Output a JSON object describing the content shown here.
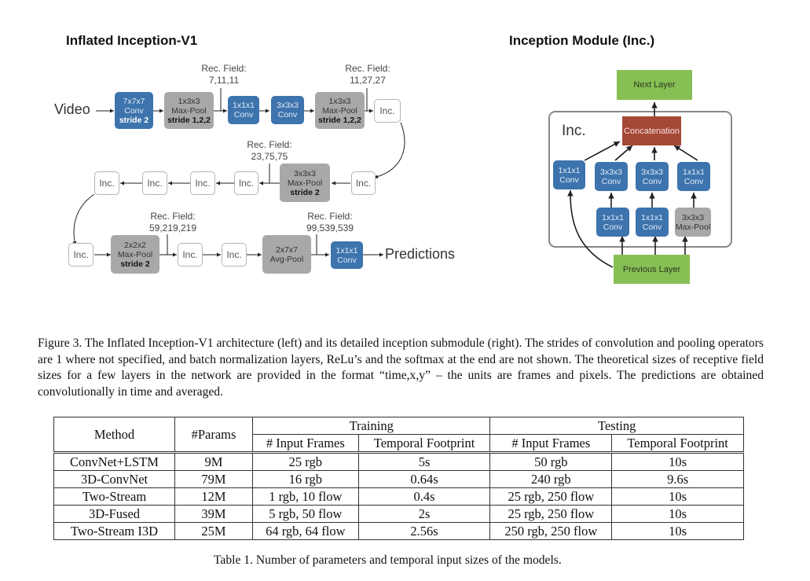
{
  "left_diagram": {
    "title": "Inflated Inception-V1",
    "input_label": "Video",
    "output_label": "Predictions",
    "row1": [
      {
        "type": "conv",
        "line1": "7x7x7",
        "line2": "Conv",
        "line3": "stride 2"
      },
      {
        "type": "pool",
        "line1": "1x3x3",
        "line2": "Max-Pool",
        "line3": "stride 1,2,2"
      },
      {
        "type": "conv",
        "line1": "1x1x1",
        "line2": "Conv"
      },
      {
        "type": "conv",
        "line1": "3x3x3",
        "line2": "Conv"
      },
      {
        "type": "pool",
        "line1": "1x3x3",
        "line2": "Max-Pool",
        "line3": "stride 1,2,2"
      },
      {
        "type": "inc",
        "line1": "Inc."
      }
    ],
    "row2": [
      {
        "type": "inc",
        "line1": "Inc."
      },
      {
        "type": "pool",
        "line1": "3x3x3",
        "line2": "Max-Pool",
        "line3": "stride 2"
      },
      {
        "type": "inc",
        "line1": "Inc."
      },
      {
        "type": "inc",
        "line1": "Inc."
      },
      {
        "type": "inc",
        "line1": "Inc."
      },
      {
        "type": "inc",
        "line1": "Inc."
      }
    ],
    "row3": [
      {
        "type": "inc",
        "line1": "Inc."
      },
      {
        "type": "pool",
        "line1": "2x2x2",
        "line2": "Max-Pool",
        "line3": "stride 2"
      },
      {
        "type": "inc",
        "line1": "Inc."
      },
      {
        "type": "inc",
        "line1": "Inc."
      },
      {
        "type": "pool",
        "line1": "2x7x7",
        "line2": "Avg-Pool"
      },
      {
        "type": "conv",
        "line1": "1x1x1",
        "line2": "Conv"
      }
    ],
    "receptive_fields": [
      {
        "label": "Rec. Field:",
        "value": "7,11,11"
      },
      {
        "label": "Rec. Field:",
        "value": "11,27,27"
      },
      {
        "label": "Rec. Field:",
        "value": "23,75,75"
      },
      {
        "label": "Rec. Field:",
        "value": "59,219,219"
      },
      {
        "label": "Rec. Field:",
        "value": "99,539,539"
      }
    ]
  },
  "right_diagram": {
    "title": "Inception Module (Inc.)",
    "module_label": "Inc.",
    "next_layer": "Next Layer",
    "previous_layer": "Previous Layer",
    "concat": "Concatenation",
    "top_row": [
      {
        "line1": "1x1x1",
        "line2": "Conv"
      },
      {
        "line1": "3x3x3",
        "line2": "Conv"
      },
      {
        "line1": "3x3x3",
        "line2": "Conv"
      },
      {
        "line1": "1x1x1",
        "line2": "Conv"
      }
    ],
    "bottom_row": [
      {
        "type": "conv",
        "line1": "1x1x1",
        "line2": "Conv"
      },
      {
        "type": "conv",
        "line1": "1x1x1",
        "line2": "Conv"
      },
      {
        "type": "pool",
        "line1": "3x3x3",
        "line2": "Max-Pool"
      }
    ],
    "colors": {
      "conv": "#3e74ad",
      "pool": "#a8a8a8",
      "layer": "#86bf54",
      "concat": "#a64837"
    }
  },
  "figure_caption": "Figure 3. The Inflated Inception-V1 architecture (left) and its detailed inception submodule (right). The strides of convolution and pooling operators are 1 where not specified, and batch normalization layers, ReLu’s and the softmax at the end are not shown. The theoretical sizes of receptive field sizes for a few layers in the network are provided in the format “time,x,y” – the units are frames and pixels. The predictions are obtained convolutionally in time and averaged.",
  "table": {
    "headers": {
      "method": "Method",
      "params": "#Params",
      "training": "Training",
      "testing": "Testing",
      "input_frames": "# Input Frames",
      "temporal_footprint": "Temporal Footprint"
    },
    "rows": [
      {
        "method": "ConvNet+LSTM",
        "params": "9M",
        "train_frames": "25 rgb",
        "train_footprint": "5s",
        "test_frames": "50 rgb",
        "test_footprint": "10s"
      },
      {
        "method": "3D-ConvNet",
        "params": "79M",
        "train_frames": "16 rgb",
        "train_footprint": "0.64s",
        "test_frames": "240 rgb",
        "test_footprint": "9.6s"
      },
      {
        "method": "Two-Stream",
        "params": "12M",
        "train_frames": "1 rgb, 10 flow",
        "train_footprint": "0.4s",
        "test_frames": "25 rgb, 250 flow",
        "test_footprint": "10s"
      },
      {
        "method": "3D-Fused",
        "params": "39M",
        "train_frames": "5 rgb, 50 flow",
        "train_footprint": "2s",
        "test_frames": "25 rgb, 250 flow",
        "test_footprint": "10s"
      },
      {
        "method": "Two-Stream I3D",
        "params": "25M",
        "train_frames": "64 rgb, 64 flow",
        "train_footprint": "2.56s",
        "test_frames": "250 rgb, 250 flow",
        "test_footprint": "10s"
      }
    ],
    "caption": "Table 1. Number of parameters and temporal input sizes of the models."
  }
}
